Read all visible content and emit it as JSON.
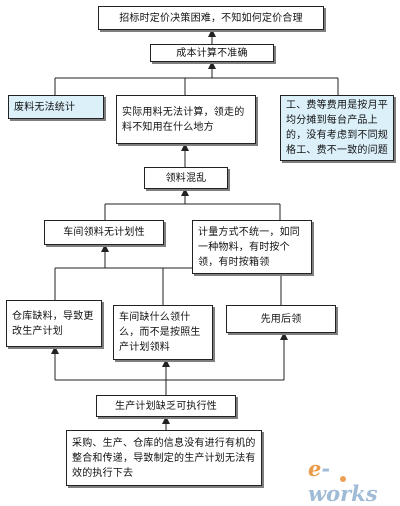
{
  "nodes": {
    "n1": "招标时定价决策困难，不知如何定价合理",
    "n2": "成本计算不准确",
    "n3": "废料无法统计",
    "n4": "实际用料无法计算，领走的料不知用在什么地方",
    "n5": "工、费等费用是按月平均分摊到每台产品上的，没有考虑到不同规格工、费不一致的问题",
    "n6": "领料混乱",
    "n7": "车间领料无计划性",
    "n8": "计量方式不统一，如同一种物料，有时按个领，有时按箱领",
    "n9": "仓库缺料，导致更改生产计划",
    "n10": "车间缺什么领什么，而不是按照生产计划领料",
    "n11": "先用后领",
    "n12": "生产计划缺乏可执行性",
    "n13": "采购、生产、仓库的信息没有进行有机的整合和传递，导致制定的生产计划无法有效的执行下去"
  },
  "watermark": {
    "e": "e",
    "rest": "-works"
  },
  "colors": {
    "highlight": "#dcf0fa",
    "border": "#222222",
    "shadow": "#7f7f7f"
  }
}
